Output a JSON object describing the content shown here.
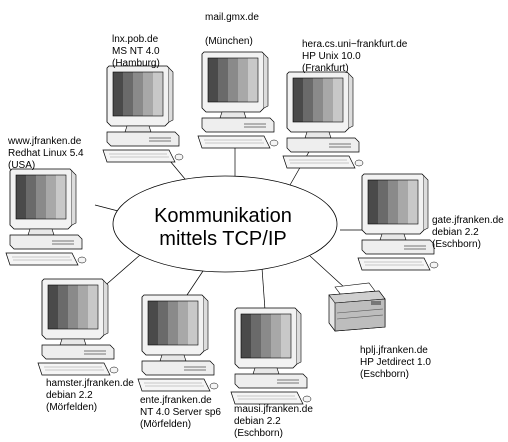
{
  "title": {
    "line1": "Kommunikation",
    "line2": "mittels TCP/IP"
  },
  "nodes": {
    "mail": {
      "lines": [
        "mail.gmx.de",
        "",
        "(München)"
      ]
    },
    "lnx": {
      "lines": [
        "lnx.pob.de",
        "MS NT 4.0",
        "(Hamburg)"
      ]
    },
    "hera": {
      "lines": [
        "hera.cs.uni−frankfurt.de",
        "HP Unix 10.0",
        "(Frankfurt)"
      ]
    },
    "www": {
      "lines": [
        "www.jfranken.de",
        "Redhat Linux 5.4",
        "(USA)"
      ]
    },
    "gate": {
      "lines": [
        "gate.jfranken.de",
        "debian 2.2",
        "(Eschborn)"
      ]
    },
    "hamster": {
      "lines": [
        "hamster.jfranken.de",
        "debian 2.2",
        "(Mörfelden)"
      ]
    },
    "ente": {
      "lines": [
        "ente.jfranken.de",
        "NT 4.0 Server sp6",
        "(Mörfelden)"
      ]
    },
    "mausi": {
      "lines": [
        "mausi.jfranken.de",
        "debian 2.2",
        "(Eschborn)"
      ]
    },
    "hplj": {
      "lines": [
        "hplj.jfranken.de",
        "HP Jetdirect 1.0",
        "(Eschborn)"
      ]
    }
  }
}
